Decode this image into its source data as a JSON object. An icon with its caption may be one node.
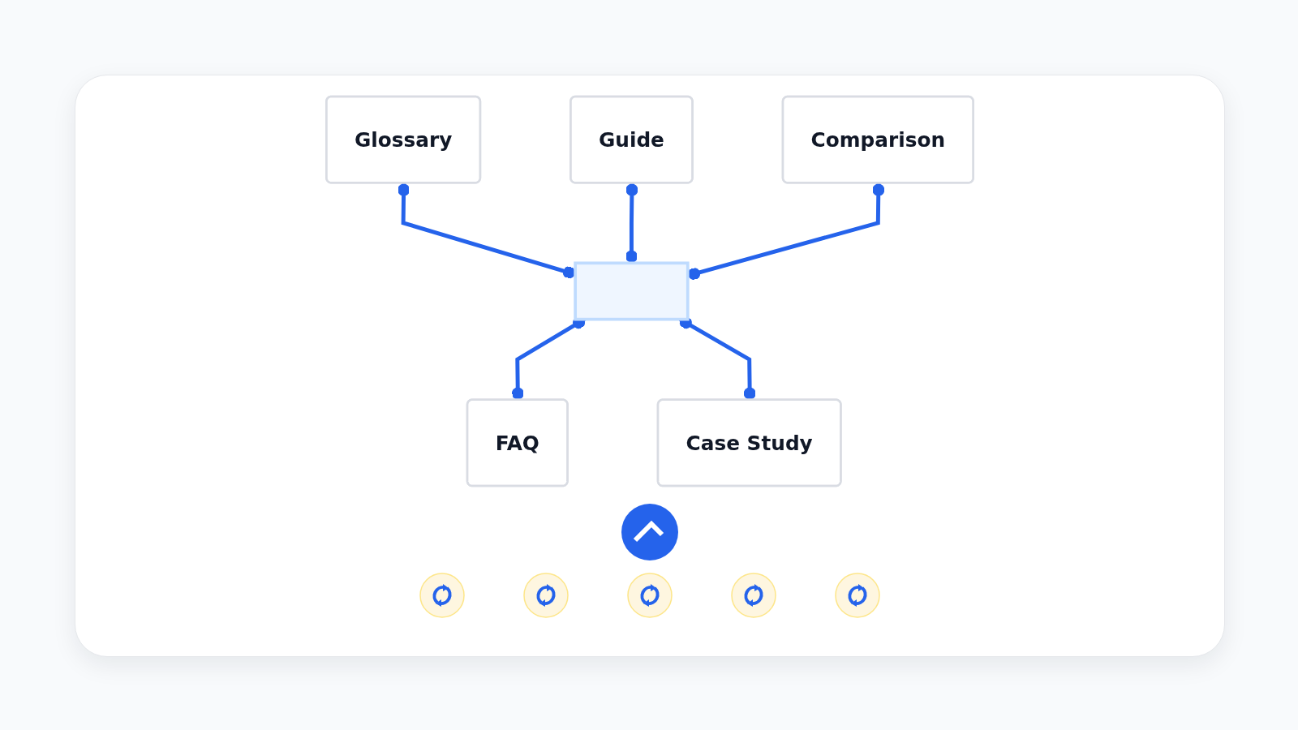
{
  "diagram": {
    "nodes": [
      {
        "text": [
          "Glossary"
        ]
      },
      {
        "text": [
          "Guide"
        ]
      },
      {
        "text": [
          "Comparison"
        ]
      },
      {
        "text": [],
        "shape": "box"
      },
      {
        "text": [
          "FAQ"
        ]
      },
      {
        "text": [
          "Case Study"
        ]
      }
    ],
    "edges": [
      {
        "from": 0,
        "to": 3,
        "arrow": "other"
      },
      {
        "from": 1,
        "to": 3,
        "arrow": "other"
      },
      {
        "from": 2,
        "to": 3,
        "arrow": "other"
      },
      {
        "from": 3,
        "to": 4,
        "arrow": "other"
      },
      {
        "from": 3,
        "to": 5,
        "arrow": "other"
      }
    ]
  }
}
